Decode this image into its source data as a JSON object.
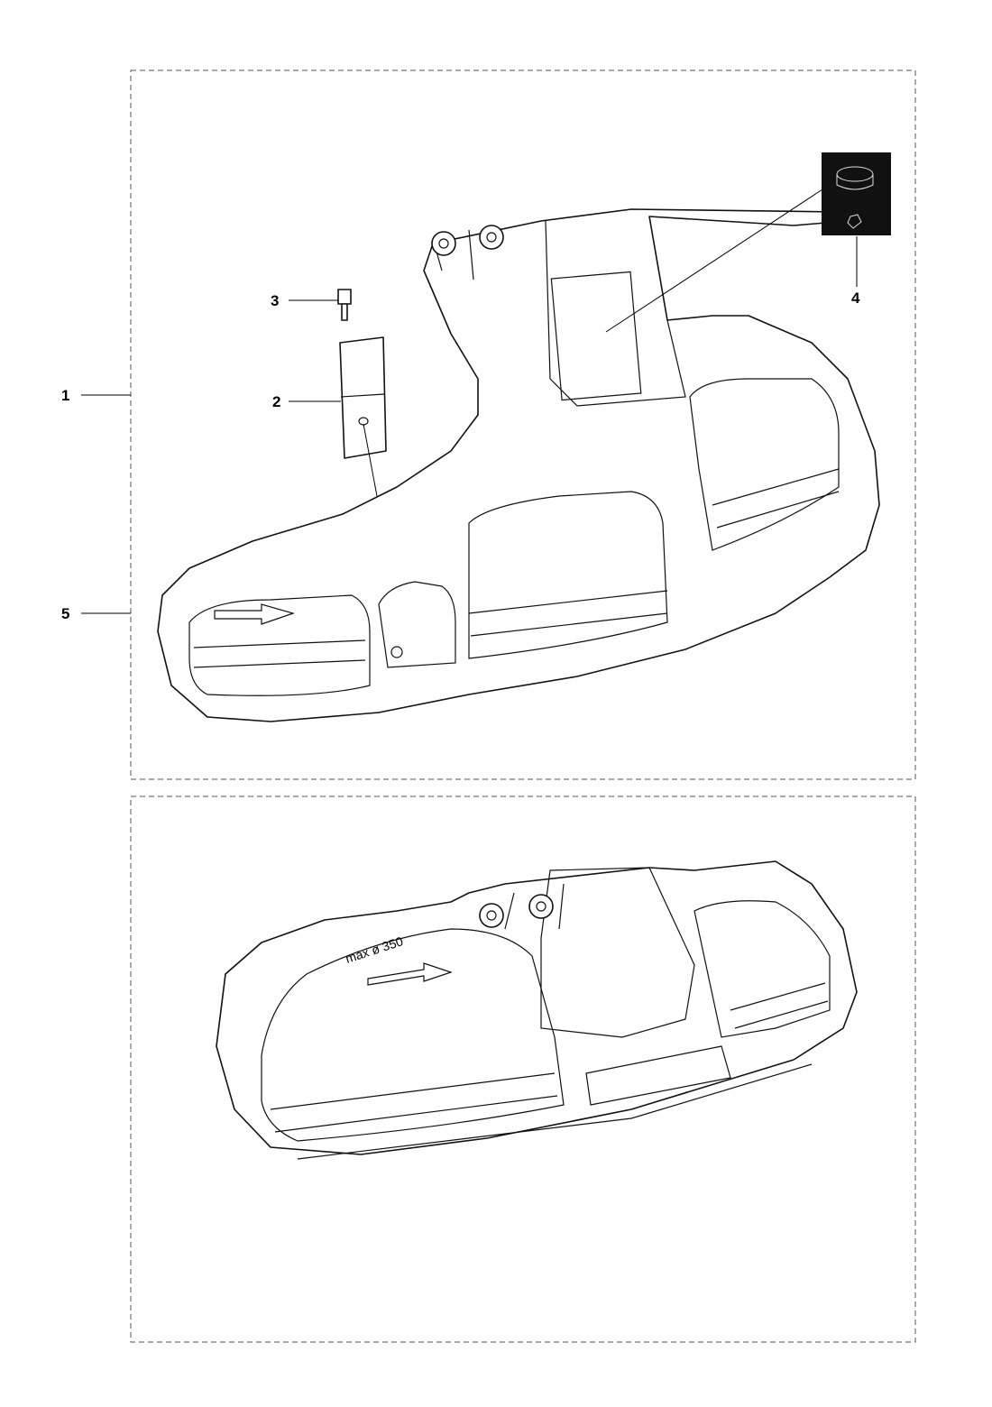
{
  "callouts": [
    {
      "number": "1",
      "description_hidden": false
    },
    {
      "number": "2"
    },
    {
      "number": "3"
    },
    {
      "number": "4"
    },
    {
      "number": "5"
    }
  ],
  "engraving": {
    "text": "max ø 350"
  },
  "colors": {
    "line": "#111111",
    "inset_fill": "#111111",
    "frame": "#555555"
  }
}
